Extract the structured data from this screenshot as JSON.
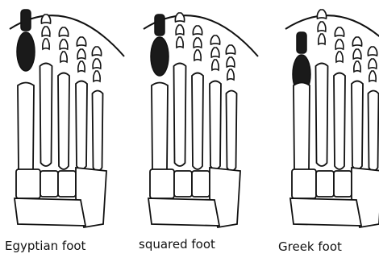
{
  "figure": {
    "feet": [
      {
        "caption": "Egyptian foot"
      },
      {
        "caption": "squared foot"
      },
      {
        "caption": "Greek foot"
      }
    ]
  },
  "colors": {
    "ink": "#111111",
    "shaded_toe": "#1a1a1a",
    "background": "#ffffff"
  }
}
